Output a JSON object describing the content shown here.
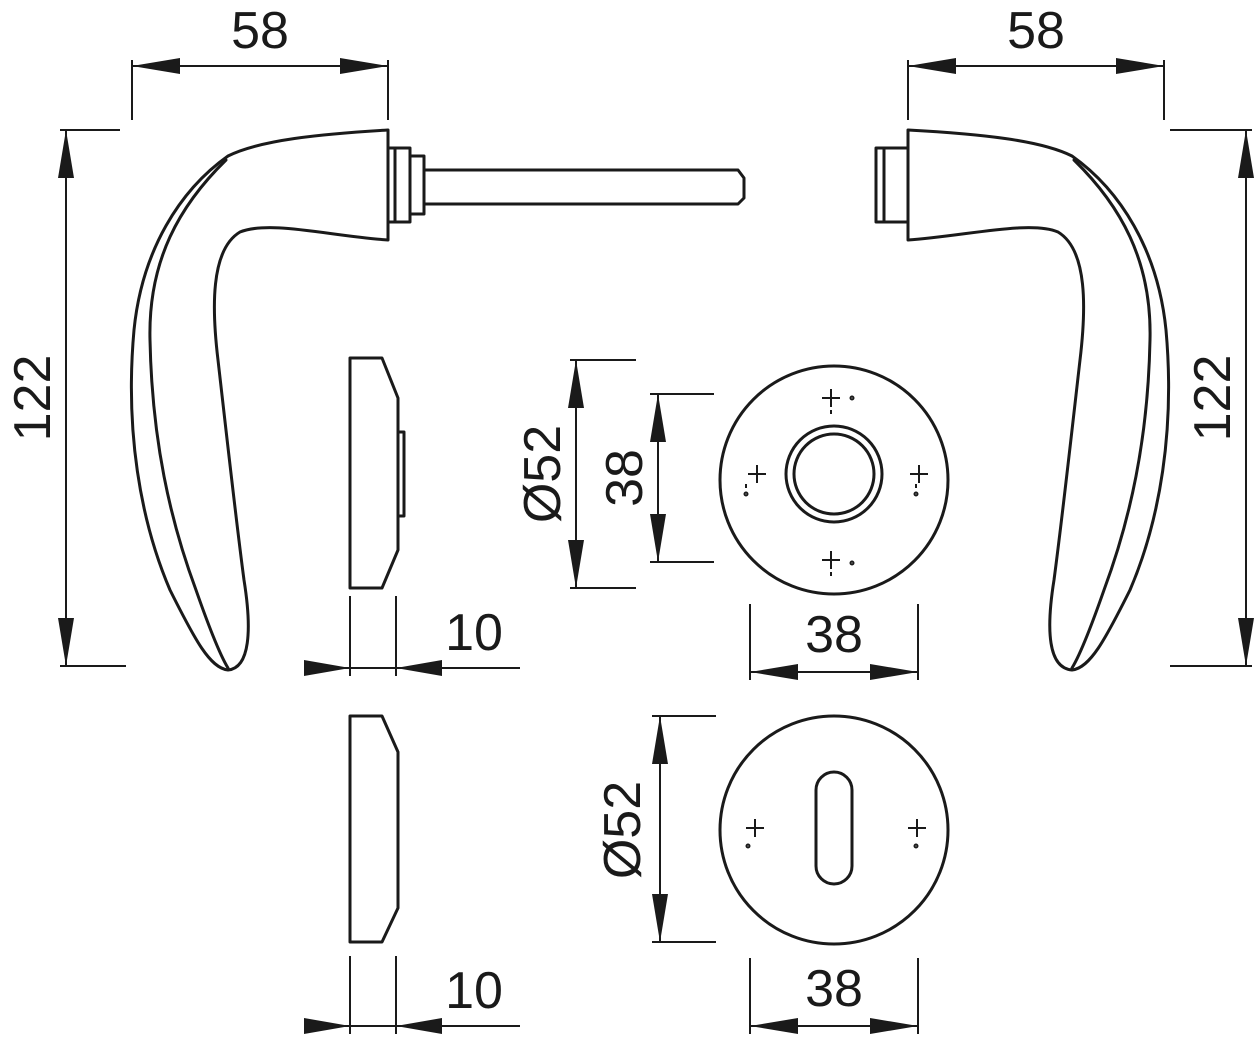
{
  "dimensions": {
    "left_width": "58",
    "right_width": "58",
    "left_height": "122",
    "right_height": "122",
    "rose_diameter": "Ø52",
    "rose_inner": "38",
    "rose_bottom_width": "38",
    "rose_thickness": "10",
    "escutcheon_diameter": "Ø52",
    "escutcheon_width": "38",
    "escutcheon_thickness": "10"
  },
  "colors": {
    "stroke": "#1a1a1a",
    "background": "#ffffff"
  }
}
